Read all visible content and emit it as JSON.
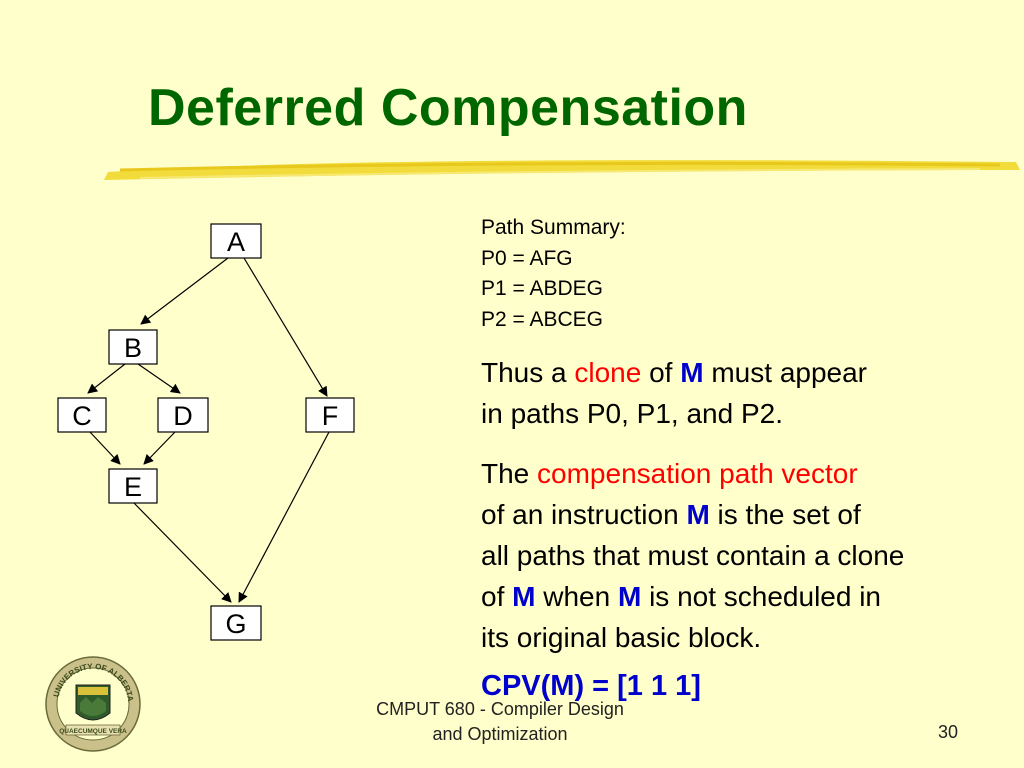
{
  "title": "Deferred Compensation",
  "graph": {
    "nodes": [
      "A",
      "B",
      "C",
      "D",
      "E",
      "F",
      "G"
    ],
    "edges": [
      [
        "A",
        "B"
      ],
      [
        "A",
        "F"
      ],
      [
        "B",
        "C"
      ],
      [
        "B",
        "D"
      ],
      [
        "C",
        "E"
      ],
      [
        "D",
        "E"
      ],
      [
        "E",
        "G"
      ],
      [
        "F",
        "G"
      ]
    ]
  },
  "summary": {
    "heading": "Path Summary:",
    "paths": [
      "P0 = AFG",
      "P1 = ABDEG",
      "P2 = ABCEG"
    ]
  },
  "para1": {
    "t1": "Thus a ",
    "clone": "clone",
    "t2": " of ",
    "m": "M",
    "t3": " must appear",
    "line2": "in paths P0, P1, and P2."
  },
  "para2": {
    "t1": "The ",
    "cpv": "compensation path vector",
    "line2a": "of an instruction ",
    "m1": "M",
    "line2b": " is the set of",
    "line3": "all paths that must contain a clone",
    "line4a": "of ",
    "m2": "M",
    "line4b": " when ",
    "m3": "M",
    "line4c": " is not scheduled in",
    "line5": "its original basic block."
  },
  "cpv_line": "CPV(M) = [1 1 1]",
  "footer": {
    "line1": "CMPUT 680 - Compiler Design",
    "line2": "and Optimization",
    "page": "30"
  },
  "logo": {
    "text_top": "UNIVERSITY OF ALBERTA",
    "motto": "QUAECUMQUE VERA"
  },
  "colors": {
    "background": "#ffffcc",
    "title": "#006600",
    "accent_red": "#ff0000",
    "accent_blue": "#0000cc",
    "stroke_yellow": "#f2dc3c"
  }
}
